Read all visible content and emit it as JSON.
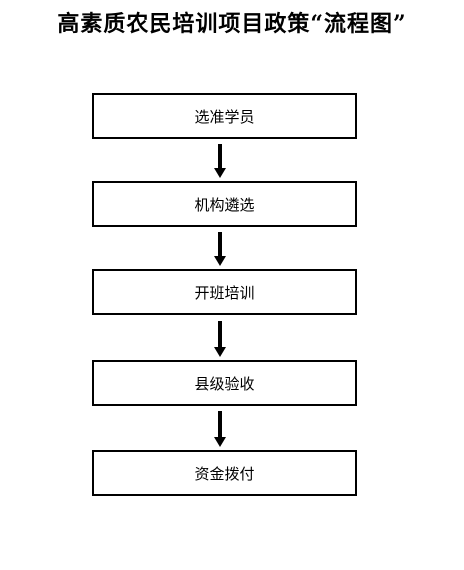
{
  "title": "高素质农民培训项目政策“流程图”",
  "steps": [
    {
      "label": "选准学员"
    },
    {
      "label": "机构遴选"
    },
    {
      "label": "开班培训"
    },
    {
      "label": "县级验收"
    },
    {
      "label": "资金拨付"
    }
  ],
  "colors": {
    "stroke": "#000000",
    "background": "#ffffff"
  }
}
